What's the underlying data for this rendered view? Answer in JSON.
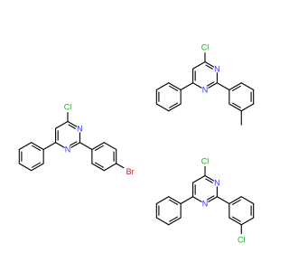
{
  "colors": {
    "bond": "#000000",
    "nitrogen": "#3333ff",
    "chlorine": "#22b022",
    "bromine": "#a52a2a",
    "background": "#ffffff"
  },
  "labels": {
    "N": "N",
    "Cl": "Cl",
    "Br": "Br"
  },
  "molecules": [
    {
      "name": "4-chloro-2-(3-methylphenyl)-6-phenylpyrimidine",
      "heteroatoms": [
        "Cl",
        "N",
        "N"
      ]
    },
    {
      "name": "2-(4-bromophenyl)-4-chloro-6-phenylpyrimidine",
      "heteroatoms": [
        "Cl",
        "N",
        "N",
        "Br"
      ]
    },
    {
      "name": "4-chloro-2-(3-chlorophenyl)-6-phenylpyrimidine",
      "heteroatoms": [
        "Cl",
        "N",
        "N",
        "Cl"
      ]
    }
  ]
}
